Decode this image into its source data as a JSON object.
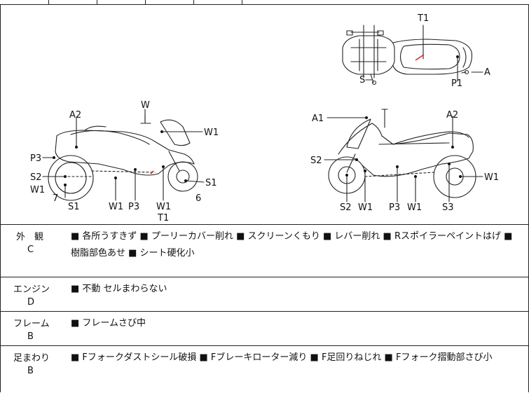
{
  "diagram": {
    "labels": {
      "T1_top": "T1",
      "A_top": "A",
      "P1_top": "P1",
      "S_top": "S",
      "W_left": "W",
      "A2_left": "A2",
      "W1_left_a": "W1",
      "P3_left_a": "P3",
      "S2_left": "S2",
      "W1_left_b": "W1",
      "S1_left_a": "S1",
      "n6": "6",
      "n7": "7",
      "S1_left_b": "S1",
      "W1_left_c": "W1",
      "P3_left_b": "P3",
      "W1_left_d": "W1",
      "T1_left": "T1",
      "A1_right": "A1",
      "A2_right": "A2",
      "S2_right_a": "S2",
      "W1_right_a": "W1",
      "S2_right_b": "S2",
      "W1_right_b": "W1",
      "P3_right": "P3",
      "W1_right_c": "W1",
      "S3_right": "S3"
    },
    "accent_color": "#e0202a"
  },
  "sections": [
    {
      "name": "外　観",
      "grade": "C",
      "text": "■ 各所うすきず ■ プーリーカバー削れ ■ スクリーンくもり ■ レバー削れ ■ Rスポイラーペイントはげ ■ 樹脂部色あせ ■ シート硬化小"
    },
    {
      "name": "エンジン",
      "grade": "D",
      "text": "■ 不動 セルまわらない"
    },
    {
      "name": "フレーム",
      "grade": "B",
      "text": "■ フレームさび中"
    },
    {
      "name": "足まわり",
      "grade": "B",
      "text": "■ Fフォークダストシール破損 ■ Fブレーキローター減り ■ F足回りねじれ ■ Fフォーク摺動部さび小"
    }
  ]
}
